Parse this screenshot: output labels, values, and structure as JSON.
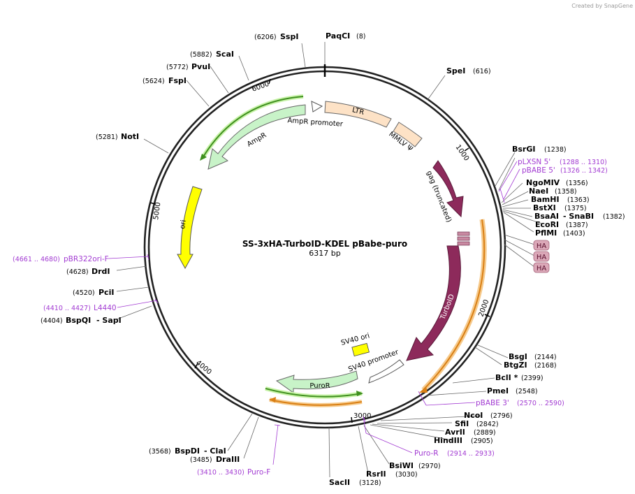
{
  "credit": "Created by SnapGene",
  "plasmid": {
    "name": "SS-3xHA-TurboID-KDEL pBabe-puro",
    "length_label": "6317 bp"
  },
  "ticks": [
    "1000",
    "2000",
    "3000",
    "4000",
    "5000",
    "6000"
  ],
  "features": {
    "ltr": "LTR",
    "mmlv": "MMLV Ψ",
    "gag": "gag (truncated)",
    "turboid": "TurboID",
    "sv40ori": "SV40 ori",
    "sv40promoter": "SV40 promoter",
    "puror": "PuroR",
    "ori": "ori",
    "ampr": "AmpR",
    "ampr_promoter": "AmpR promoter",
    "ha": [
      "HA",
      "HA",
      "HA"
    ]
  },
  "sites": [
    {
      "name": "PaqCI",
      "pos": "(8)"
    },
    {
      "name": "SpeI",
      "pos": "(616)"
    },
    {
      "name": "BsrGI",
      "pos": "(1238)"
    },
    {
      "name": "NgoMIV",
      "pos": "(1356)"
    },
    {
      "name": "NaeI",
      "pos": "(1358)"
    },
    {
      "name": "BamHI",
      "pos": "(1363)"
    },
    {
      "name": "BstXI",
      "pos": "(1375)"
    },
    {
      "name": "BsaAI",
      "extra": "- SnaBI",
      "pos": "(1382)"
    },
    {
      "name": "EcoRI",
      "pos": "(1387)"
    },
    {
      "name": "PflMI",
      "pos": "(1403)"
    },
    {
      "name": "BsgI",
      "pos": "(2144)"
    },
    {
      "name": "BtgZI",
      "pos": "(2168)"
    },
    {
      "name": "BclI *",
      "pos": "(2399)"
    },
    {
      "name": "PmeI",
      "pos": "(2548)"
    },
    {
      "name": "NcoI",
      "pos": "(2796)"
    },
    {
      "name": "SfiI",
      "pos": "(2842)"
    },
    {
      "name": "AvrII",
      "pos": "(2889)"
    },
    {
      "name": "HindIII",
      "pos": "(2905)"
    },
    {
      "name": "BsiWI",
      "pos": "(2970)"
    },
    {
      "name": "RsrII",
      "pos": "(3030)"
    },
    {
      "name": "SacII",
      "pos": "(3128)"
    },
    {
      "name": "BspDI",
      "extra": "- ClaI",
      "pos": "(3568)"
    },
    {
      "name": "DraIII",
      "pos": "(3485)"
    },
    {
      "name": "BspQI",
      "extra": "- SapI",
      "pos": "(4404)"
    },
    {
      "name": "PciI",
      "pos": "(4520)"
    },
    {
      "name": "DrdI",
      "pos": "(4628)"
    },
    {
      "name": "NotI",
      "pos": "(5281)"
    },
    {
      "name": "FspI",
      "pos": "(5624)"
    },
    {
      "name": "PvuI",
      "pos": "(5772)"
    },
    {
      "name": "ScaI",
      "pos": "(5882)"
    },
    {
      "name": "SspI",
      "pos": "(6206)"
    }
  ],
  "primers": [
    {
      "name": "pLXSN 5'",
      "range": "(1288 .. 1310)"
    },
    {
      "name": "pBABE 5'",
      "range": "(1326 .. 1342)"
    },
    {
      "name": "pBABE 3'",
      "range": "(2570 .. 2590)"
    },
    {
      "name": "Puro-R",
      "range": "(2914 .. 2933)"
    },
    {
      "name": "Puro-F",
      "range": "(3410 .. 3430)"
    },
    {
      "name": "L4440",
      "range": "(4410 .. 4427)"
    },
    {
      "name": "pBR322ori-F",
      "range": "(4661 .. 4680)"
    }
  ],
  "colors": {
    "backbone": "#222222",
    "ltr": "#fde2c6",
    "gag": "#8d2a5b",
    "turboid": "#8d2a5b",
    "ori": "#ffff00",
    "ampr": "#c8f3c8",
    "puror": "#c8f3c8",
    "primer": "#a23bd2",
    "ha": "#dba8b8",
    "orf_green": "#3f8f1f",
    "orf_orange": "#d97f14"
  }
}
